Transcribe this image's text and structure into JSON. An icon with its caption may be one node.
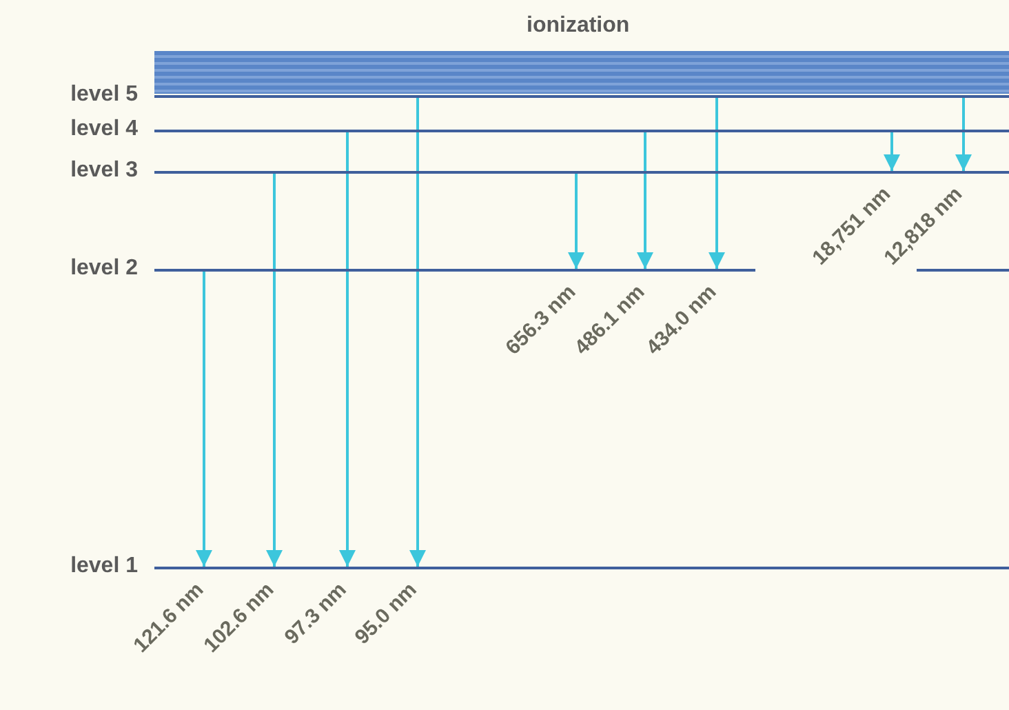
{
  "diagram": {
    "nodes": [
      {
        "text": [
          "ionization"
        ]
      },
      {
        "text": [
          "level 5"
        ]
      },
      {
        "text": [
          "level 4"
        ]
      },
      {
        "text": [
          "level 3"
        ]
      },
      {
        "text": [
          "level 2"
        ]
      },
      {
        "text": [
          "level 1"
        ]
      }
    ],
    "edges": [
      {
        "from": 4,
        "to": 5,
        "arrow": "to",
        "label": "121.6 nm"
      },
      {
        "from": 3,
        "to": 5,
        "arrow": "to",
        "label": "102.6 nm"
      },
      {
        "from": 2,
        "to": 5,
        "arrow": "to",
        "label": "97.3 nm"
      },
      {
        "from": 1,
        "to": 5,
        "arrow": "to",
        "label": "95.0 nm"
      },
      {
        "from": 3,
        "to": 4,
        "arrow": "to",
        "label": "656.3 nm"
      },
      {
        "from": 2,
        "to": 4,
        "arrow": "to",
        "label": "486.1 nm"
      },
      {
        "from": 1,
        "to": 4,
        "arrow": "to",
        "label": "434.0 nm"
      },
      {
        "from": 2,
        "to": 3,
        "arrow": "to",
        "label": "18,751 nm"
      },
      {
        "from": 1,
        "to": 3,
        "arrow": "to",
        "label": "12,818 nm"
      }
    ]
  }
}
